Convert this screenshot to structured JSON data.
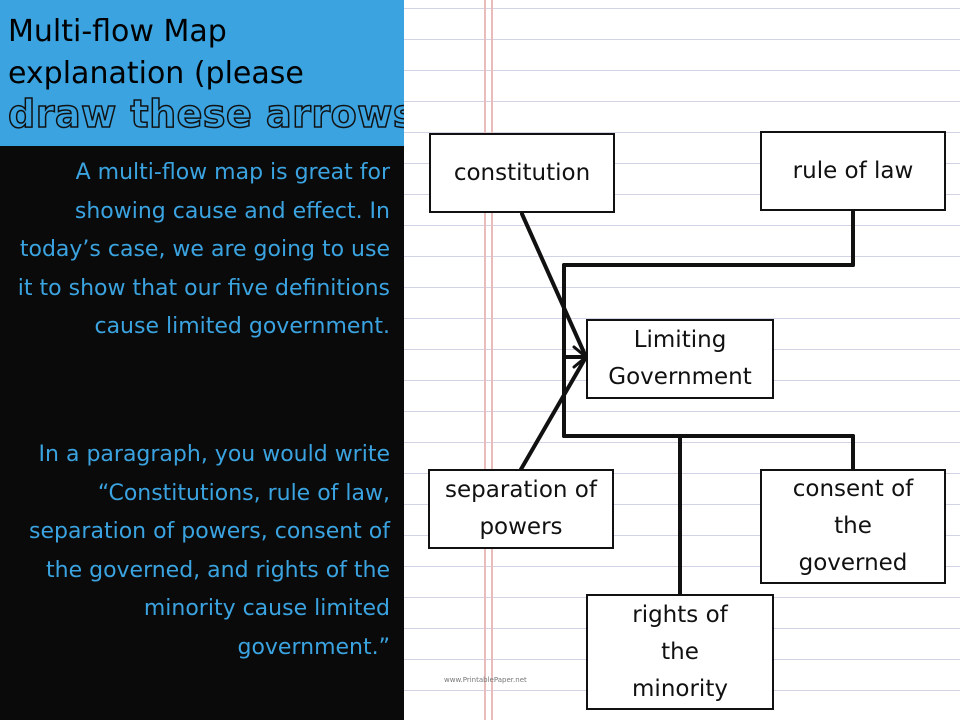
{
  "title": {
    "line1": "Multi-flow Map",
    "line2": "explanation (please",
    "emphasis": "draw these arrows",
    "closing": ")"
  },
  "paragraphs": [
    "A multi-flow map is great for showing cause and effect.  In today’s case, we are going to use it to show that our five definitions cause limited government.",
    "In a paragraph, you would write “Constitutions, rule of law, separation of powers, consent of the governed, and rights of the minority cause limited government.”"
  ],
  "diagram": {
    "center": "Limiting Government",
    "causes": {
      "constitution": "constitution",
      "rule_of_law": "rule of law",
      "separation_of_powers": "separation of powers",
      "consent_of_governed": "consent of the governed",
      "rights_of_minority": "rights of the minority"
    }
  },
  "watermark": "www.PrintablePaper.net",
  "colors": {
    "title_background": "#3aa3e0",
    "panel_background": "#0a0a0a",
    "text_accent": "#3aa3e0",
    "paper_rule": "#d3d3e6",
    "paper_margin": "#e9bcbc"
  }
}
